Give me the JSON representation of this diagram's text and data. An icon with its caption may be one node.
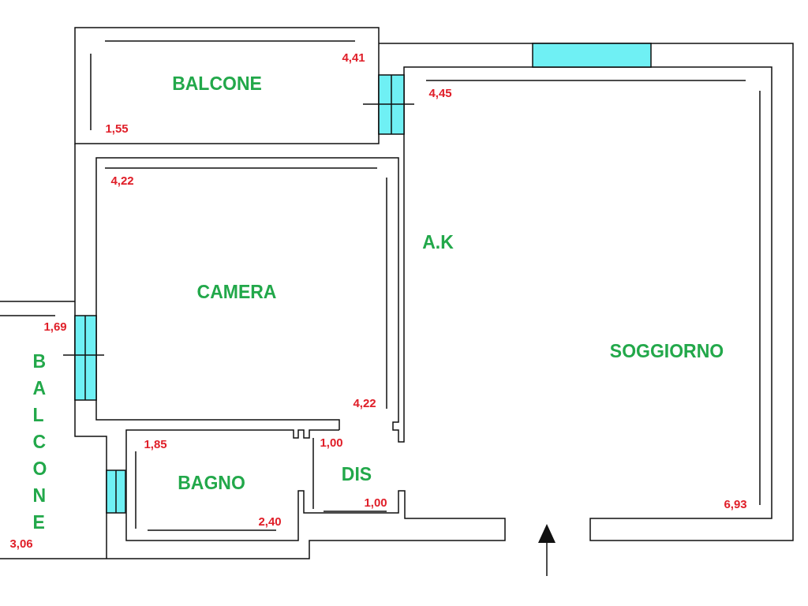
{
  "diagram": {
    "nodes": [
      {
        "text": [
          "BALCONE"
        ]
      },
      {
        "text": [
          "CAMERA"
        ]
      },
      {
        "text": [
          "A.K",
          "SOGGIORNO"
        ]
      },
      {
        "text": [
          "BALCONE"
        ]
      },
      {
        "text": [
          "BAGNO"
        ]
      },
      {
        "text": [
          "DIS"
        ]
      }
    ],
    "labels": [
      "4,41",
      "4,45",
      "1,55",
      "4,22",
      "1,69",
      "4,22",
      "1,85",
      "1,00",
      "2,40",
      "1,00",
      "6,93",
      "3,06"
    ]
  }
}
